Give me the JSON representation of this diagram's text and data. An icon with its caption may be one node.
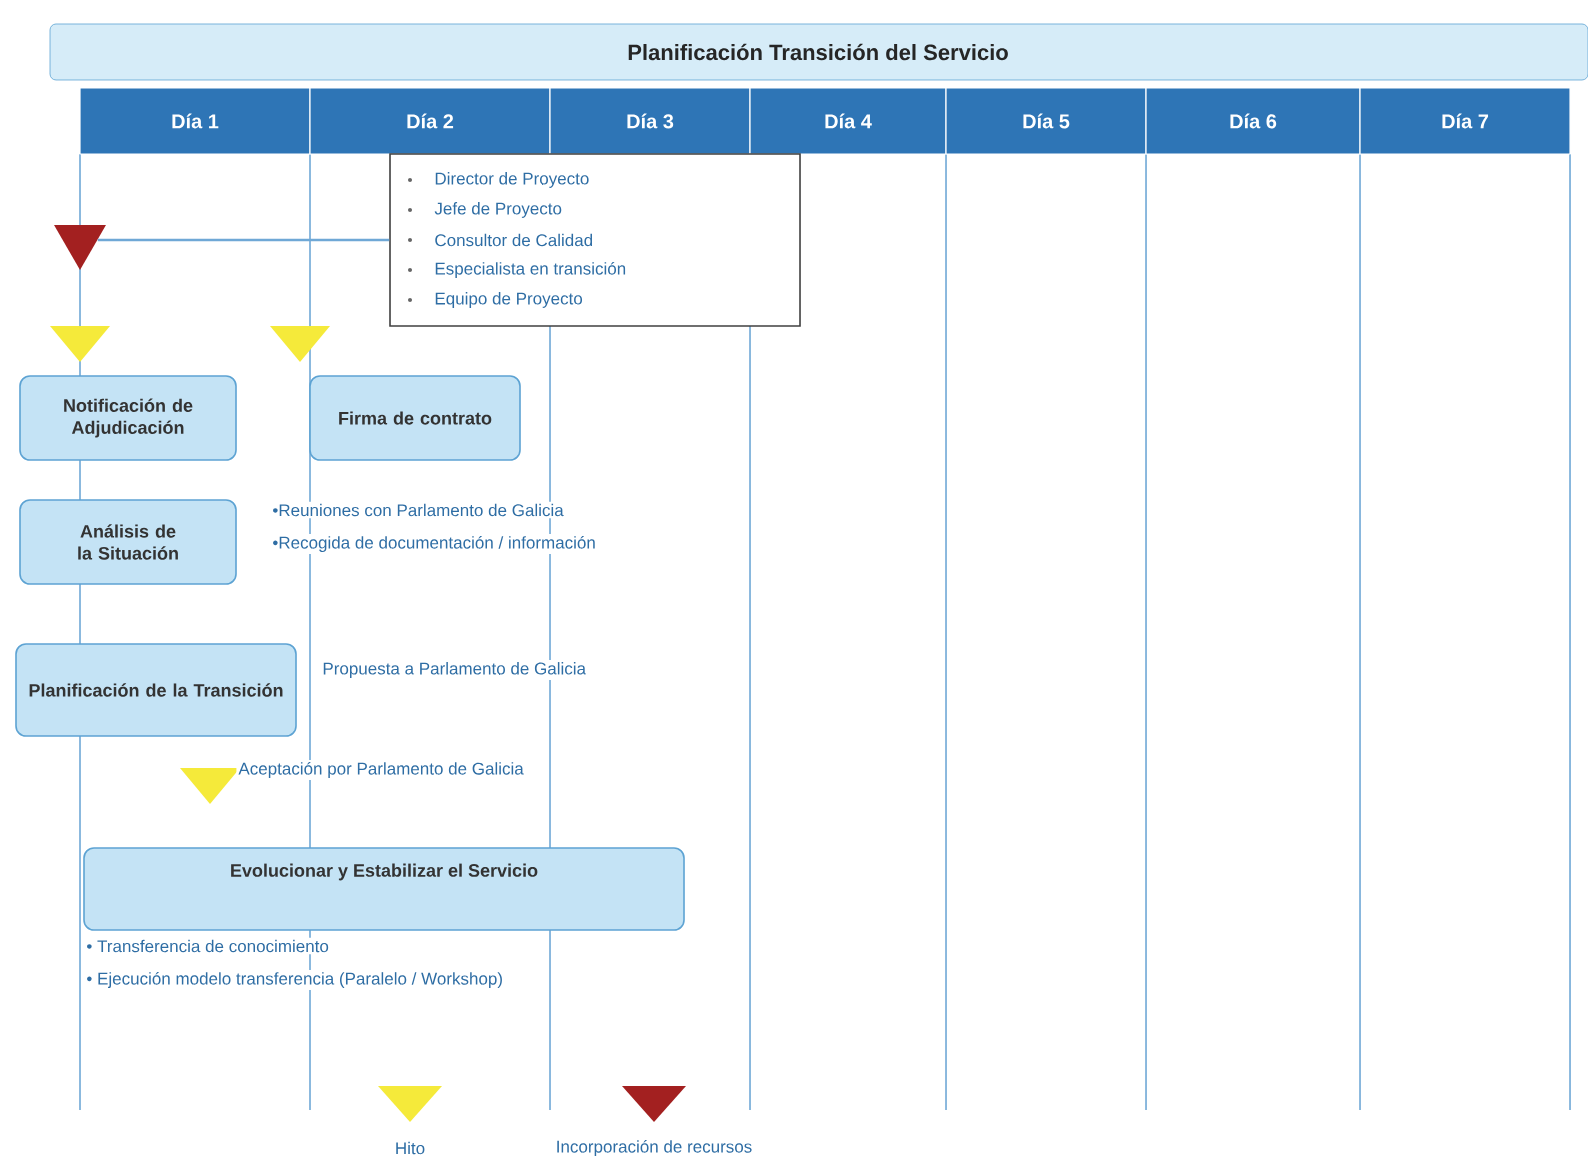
{
  "diagram": {
    "title": "Planificación Transición del Servicio",
    "nodes": [
      {
        "text": [
          "Día 1"
        ]
      },
      {
        "text": [
          "Día 2"
        ]
      },
      {
        "text": [
          "Día 3"
        ]
      },
      {
        "text": [
          "Día 4"
        ]
      },
      {
        "text": [
          "Día 5"
        ]
      },
      {
        "text": [
          "Día 6"
        ]
      },
      {
        "text": [
          "Día 7"
        ]
      },
      {
        "text": [
          "Director de Proyecto",
          "Jefe de Proyecto",
          "Consultor de Calidad",
          "Especialista en transición",
          "Equipo de Proyecto"
        ]
      },
      {
        "text": [],
        "shape": "triangle"
      },
      {
        "text": [
          "Notificación de Adjudicación"
        ]
      },
      {
        "text": [
          "Firma de contrato"
        ]
      },
      {
        "text": [
          "Análisis de la Situación"
        ],
        "beside": [
          "•Reuniones con Parlamento de Galicia",
          "•Recogida de documentación / información"
        ]
      },
      {
        "text": [
          "Planificación de la Transición"
        ],
        "beside": [
          "Propuesta a Parlamento de Galicia"
        ]
      },
      {
        "text": [
          "Evolucionar y Estabilizar el Servicio"
        ],
        "beside": [
          "• Transferencia de conocimiento",
          "• Ejecución modelo transferencia (Paralelo / Workshop)"
        ]
      }
    ],
    "edges": [
      {
        "from": 8,
        "to": 7,
        "arrow": "none"
      }
    ],
    "labels": [
      "Aceptación por Parlamento de Galicia"
    ],
    "legend": [
      {
        "text": "Hito"
      },
      {
        "text": "Incorporación de recursos"
      }
    ]
  }
}
